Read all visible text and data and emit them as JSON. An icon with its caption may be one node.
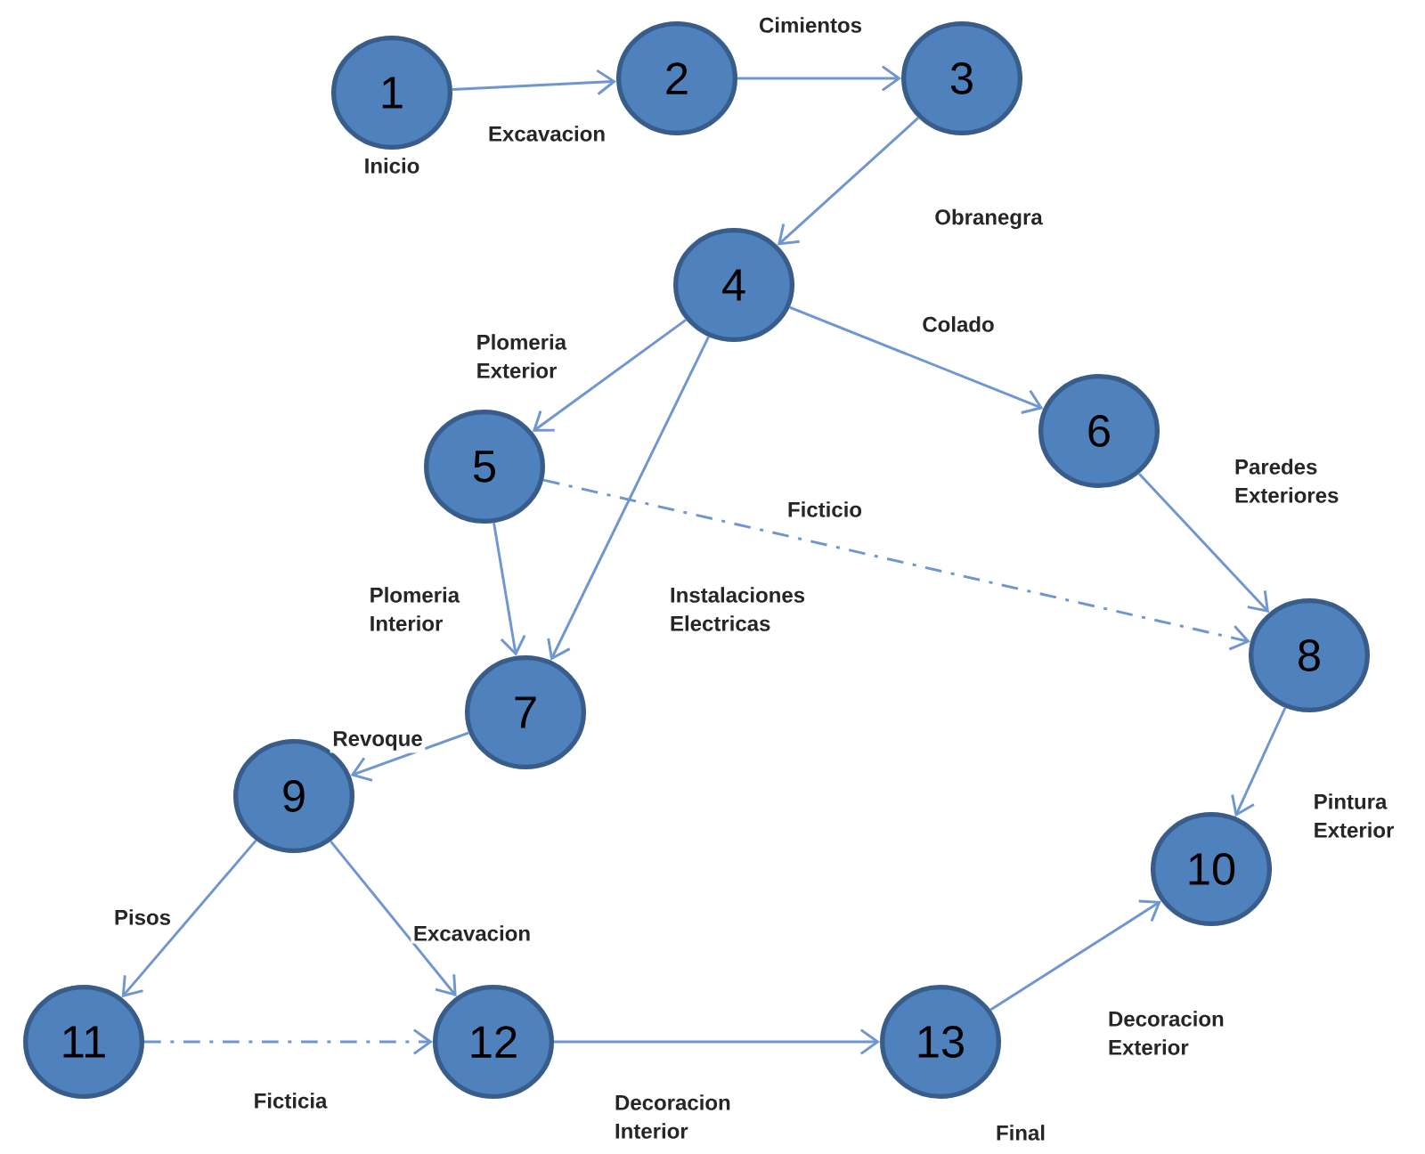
{
  "diagram": {
    "nodes": [
      {
        "text": [
          "1"
        ],
        "beside": [
          "Inicio"
        ]
      },
      {
        "text": [
          "2"
        ]
      },
      {
        "text": [
          "3"
        ]
      },
      {
        "text": [
          "4"
        ]
      },
      {
        "text": [
          "5"
        ]
      },
      {
        "text": [
          "6"
        ]
      },
      {
        "text": [
          "7"
        ]
      },
      {
        "text": [
          "8"
        ]
      },
      {
        "text": [
          "9"
        ]
      },
      {
        "text": [
          "10"
        ]
      },
      {
        "text": [
          "11"
        ]
      },
      {
        "text": [
          "12"
        ]
      },
      {
        "text": [
          "13"
        ],
        "beside": [
          "Final"
        ]
      }
    ],
    "edges": [
      {
        "from": 0,
        "to": 1,
        "arrow": "to",
        "label": "Excavacion"
      },
      {
        "from": 1,
        "to": 2,
        "arrow": "to",
        "label": "Cimientos"
      },
      {
        "from": 2,
        "to": 3,
        "arrow": "to",
        "label": "Obranegra"
      },
      {
        "from": 3,
        "to": 4,
        "arrow": "to",
        "label": "Plomeria Exterior"
      },
      {
        "from": 3,
        "to": 5,
        "arrow": "to",
        "label": "Colado"
      },
      {
        "from": 3,
        "to": 6,
        "arrow": "to",
        "label": "Instalaciones Electricas"
      },
      {
        "from": 4,
        "to": 6,
        "arrow": "to",
        "label": "Plomeria Interior"
      },
      {
        "from": 4,
        "to": 7,
        "arrow": "to",
        "label": "Ficticio",
        "style": "dashed"
      },
      {
        "from": 5,
        "to": 7,
        "arrow": "to",
        "label": "Paredes Exteriores"
      },
      {
        "from": 7,
        "to": 9,
        "arrow": "to",
        "label": "Pintura Exterior"
      },
      {
        "from": 6,
        "to": 8,
        "arrow": "to",
        "label": "Revoque"
      },
      {
        "from": 8,
        "to": 10,
        "arrow": "to",
        "label": "Pisos"
      },
      {
        "from": 8,
        "to": 11,
        "arrow": "to",
        "label": "Excavacion"
      },
      {
        "from": 10,
        "to": 11,
        "arrow": "to",
        "label": "Ficticia",
        "style": "dashed"
      },
      {
        "from": 11,
        "to": 12,
        "arrow": "to",
        "label": "Decoracion Interior"
      },
      {
        "from": 12,
        "to": 9,
        "arrow": "to",
        "label": "Decoracion Exterior"
      }
    ]
  }
}
